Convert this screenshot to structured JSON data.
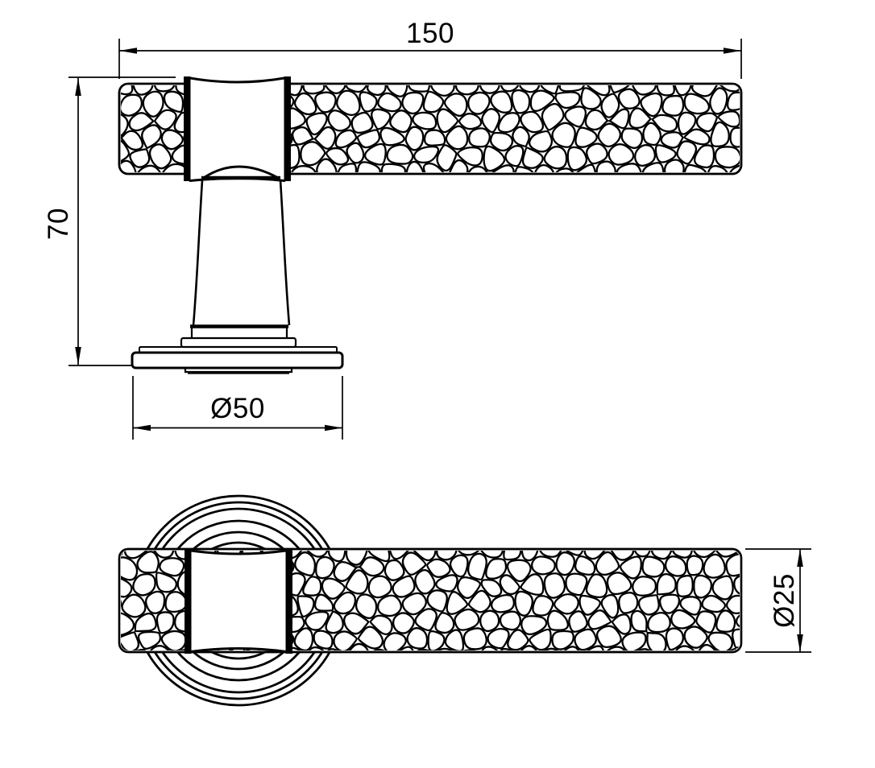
{
  "drawing": {
    "dimensions": {
      "length": {
        "label": "150"
      },
      "height": {
        "label": "70"
      },
      "rose_diameter": {
        "label": "Ø50"
      },
      "bar_diameter": {
        "label": "Ø25"
      }
    },
    "colors": {
      "line": "#000000",
      "background": "#ffffff"
    }
  }
}
